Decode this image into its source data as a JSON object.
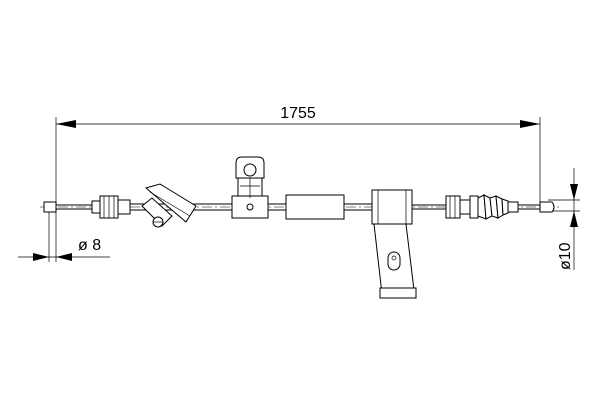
{
  "dimensions": {
    "overall_length": "1755",
    "left_end_diameter": "ø 8",
    "right_end_diameter": "ø10"
  }
}
